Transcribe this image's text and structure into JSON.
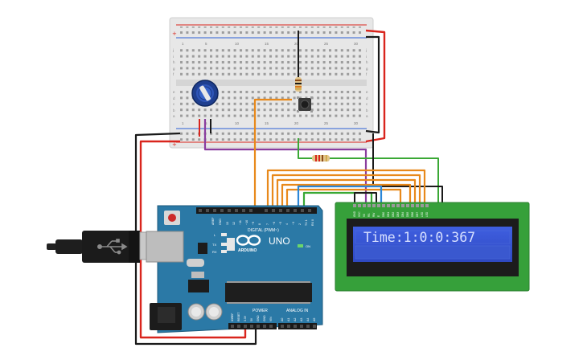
{
  "arduino": {
    "brand_label": "ARDUINO",
    "model_label": "UNO",
    "digital_header_label": "DIGITAL (PWM~)",
    "power_header_label": "POWER",
    "analog_header_label": "ANALOG IN",
    "on_led_label": "ON",
    "led_l_label": "L",
    "led_tx_label": "TX",
    "led_rx_label": "RX",
    "digital_pins": [
      "AREF",
      "GND",
      "13",
      "12",
      "~11",
      "~10",
      "~9",
      "8",
      "7",
      "~6",
      "~5",
      "4",
      "~3",
      "2",
      "TX 1",
      "RX 0"
    ],
    "power_pins": [
      "IOREF",
      "RESET",
      "3.3V",
      "5V",
      "GND",
      "GND",
      "VIN"
    ],
    "analog_pins": [
      "A0",
      "A1",
      "A2",
      "A3",
      "A4",
      "A5"
    ]
  },
  "lcd": {
    "display_text": "Time:1:0:0:367",
    "pin_labels": [
      "GND",
      "VCC",
      "V0",
      "RS",
      "RW",
      "E",
      "DB0",
      "DB1",
      "DB2",
      "DB3",
      "DB4",
      "DB5",
      "DB6",
      "DB7",
      "LED",
      "LED"
    ],
    "backlight_color": "#3b5bdb",
    "text_color": "#d7e0ff"
  },
  "breadboard": {
    "column_numbers": [
      "1",
      "5",
      "10",
      "15",
      "20",
      "25",
      "30"
    ],
    "row_letters_top": [
      "j",
      "i",
      "h",
      "g",
      "f"
    ],
    "row_letters_bottom": [
      "e",
      "d",
      "c",
      "b",
      "a"
    ]
  },
  "wire_colors": {
    "red": "#d9251d",
    "black": "#1a1a1a",
    "orange": "#e8891b",
    "green": "#3aa835",
    "blue": "#2b86d6",
    "purple": "#8a3d9e"
  }
}
